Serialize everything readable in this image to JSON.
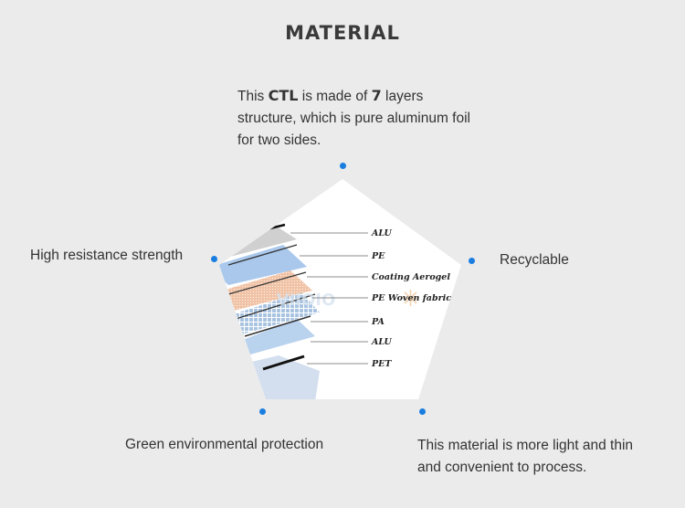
{
  "title": "MATERIAL",
  "intro": {
    "part1": "This ",
    "product": "CTL",
    "part2": " is made of ",
    "count": "7",
    "part3": " layers structure, which is pure aluminum foil for two sides."
  },
  "features": {
    "top_left": "High resistance strength",
    "right": "Recyclable",
    "bottom_left": "Green environmental protection",
    "bottom_right": "This material is more light and thin and convenient to process."
  },
  "layers": [
    "ALU",
    "PE",
    "Coating Aerogel",
    "PE Woven fabric",
    "PA",
    "ALU",
    "PET"
  ],
  "colors": {
    "accent_dot": "#1a7ee0",
    "alu": "#222222",
    "pe": "#a9c8ec",
    "aerogel": "#f1c3a6",
    "woven": "#a8c3e0",
    "pa": "#b9d2ee",
    "pet": "#cfdcee"
  }
}
